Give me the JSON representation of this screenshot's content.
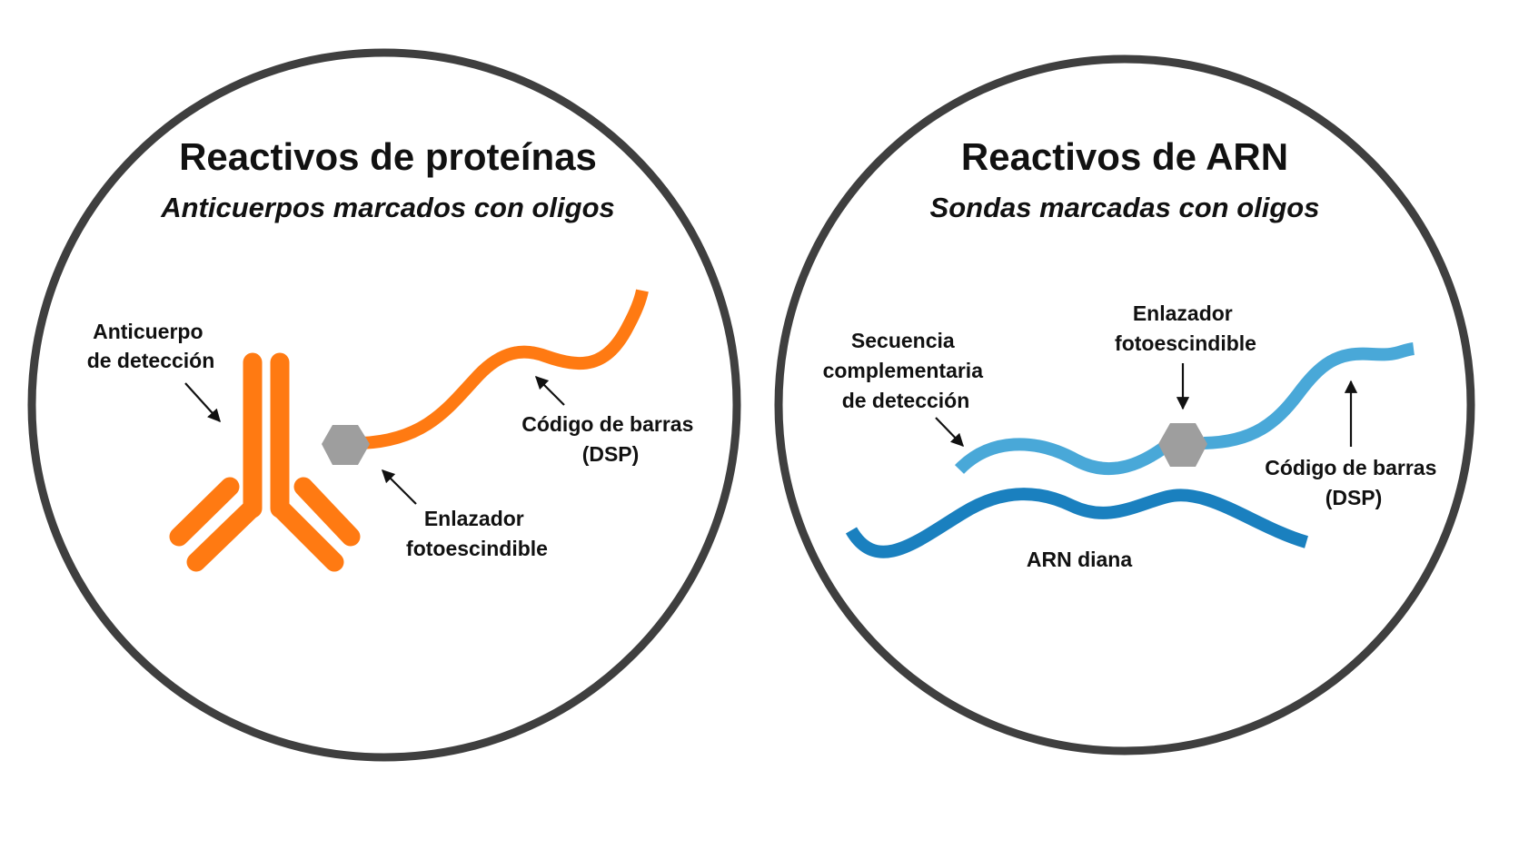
{
  "colors": {
    "circle_stroke": "#3f3f3f",
    "antibody_orange": "#ff7a12",
    "barcode_orange": "#ff7a12",
    "linker_gray": "#9e9e9e",
    "probe_blue": "#49a8d8",
    "target_rna_blue": "#1a80bf",
    "arrow_black": "#111111"
  },
  "protein_panel": {
    "title": "Reactivos de proteínas",
    "subtitle": "Anticuerpos marcados con oligos",
    "labels": {
      "antibody_line1": "Anticuerpo",
      "antibody_line2": "de detección",
      "barcode_line1": "Código de barras",
      "barcode_line2": "(DSP)",
      "linker_line1": "Enlazador",
      "linker_line2": "fotoescindible"
    },
    "icons": [
      "antibody-icon",
      "photocleavable-linker-icon",
      "barcode-oligo-icon"
    ]
  },
  "rna_panel": {
    "title": "Reactivos de ARN",
    "subtitle": "Sondas marcadas con oligos",
    "labels": {
      "complementary_line1": "Secuencia",
      "complementary_line2": "complementaria",
      "complementary_line3": "de detección",
      "linker_line1": "Enlazador",
      "linker_line2": "fotoescindible",
      "barcode_line1": "Código de barras",
      "barcode_line2": "(DSP)",
      "target_rna": "ARN diana"
    },
    "icons": [
      "probe-oligo-icon",
      "photocleavable-linker-icon",
      "barcode-oligo-icon",
      "target-rna-icon"
    ]
  }
}
